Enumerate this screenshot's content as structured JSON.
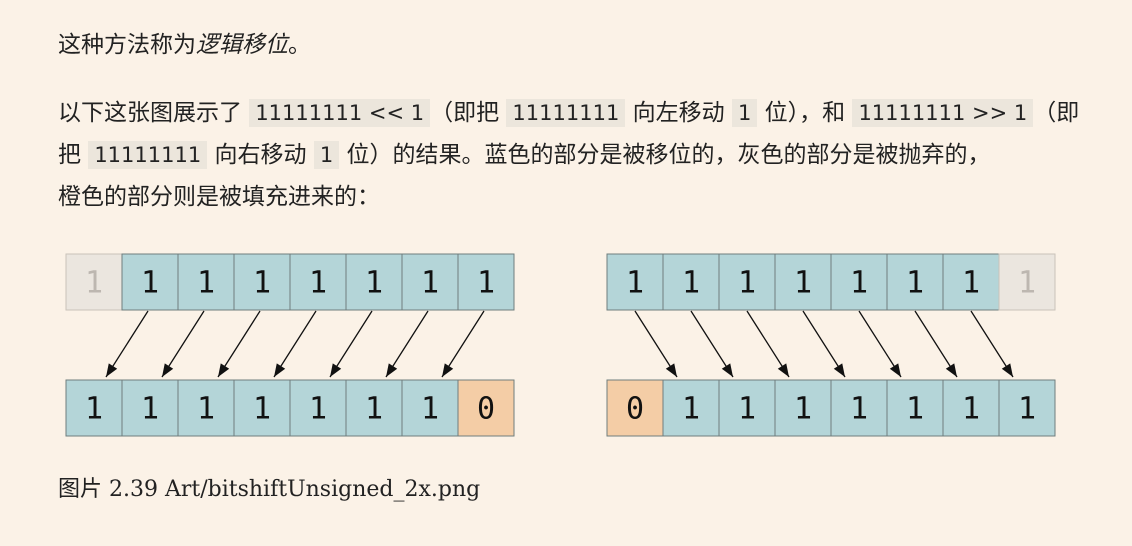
{
  "paragraph1": {
    "before": "这种方法称为",
    "term": "逻辑移位",
    "after": "。"
  },
  "paragraph2": {
    "t1": "以下这张图展示了 ",
    "c1": "11111111 << 1",
    "t2": "（即把 ",
    "c2": "11111111",
    "t3": " 向左移动 ",
    "c3": "1",
    "t4": " 位），和 ",
    "c4": "11111111 >> 1",
    "t5": "（即",
    "t6": "把 ",
    "c5": "11111111",
    "t7": " 向右移动 ",
    "c6": "1",
    "t8": " 位）的结果。蓝色的部分是被移位的，灰色的部分是被抛弃的，",
    "t9": "橙色的部分则是被填充进来的："
  },
  "left_shift": {
    "top_bits": [
      "1",
      "1",
      "1",
      "1",
      "1",
      "1",
      "1",
      "1"
    ],
    "top_states": [
      "discarded",
      "shifted",
      "shifted",
      "shifted",
      "shifted",
      "shifted",
      "shifted",
      "shifted"
    ],
    "bottom_bits": [
      "1",
      "1",
      "1",
      "1",
      "1",
      "1",
      "1",
      "0"
    ],
    "bottom_states": [
      "shifted",
      "shifted",
      "shifted",
      "shifted",
      "shifted",
      "shifted",
      "shifted",
      "filled"
    ],
    "arrow_direction": "left"
  },
  "right_shift": {
    "top_bits": [
      "1",
      "1",
      "1",
      "1",
      "1",
      "1",
      "1",
      "1"
    ],
    "top_states": [
      "shifted",
      "shifted",
      "shifted",
      "shifted",
      "shifted",
      "shifted",
      "shifted",
      "discarded"
    ],
    "bottom_bits": [
      "0",
      "1",
      "1",
      "1",
      "1",
      "1",
      "1",
      "1"
    ],
    "bottom_states": [
      "filled",
      "shifted",
      "shifted",
      "shifted",
      "shifted",
      "shifted",
      "shifted",
      "shifted"
    ],
    "arrow_direction": "right"
  },
  "colors": {
    "shifted": "#b4d5d8",
    "discarded": "#ebe6df",
    "filled": "#f4cda6",
    "border": "#6f7d7e",
    "discarded_border": "#c9c3ba",
    "discarded_text": "#bdb7b0",
    "text": "#111111"
  },
  "caption": {
    "label": "图片 2.39",
    "path": "Art/bitshiftUnsigned_2x.png"
  }
}
